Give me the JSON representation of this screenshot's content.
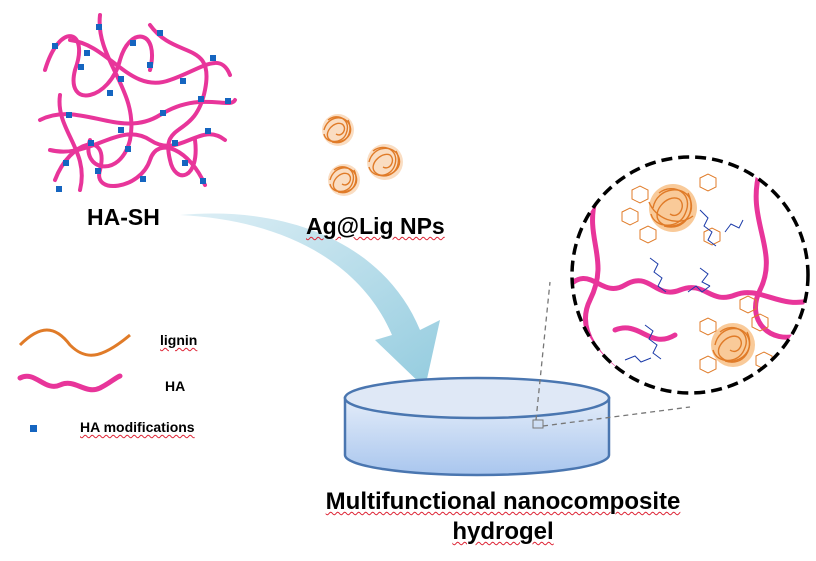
{
  "labels": {
    "ha_sh": "HA-SH",
    "nps": "Ag@Lig NPs",
    "product_line1": "Multifunctional nanocomposite",
    "product_line2": "hydrogel"
  },
  "legend": {
    "lignin": "lignin",
    "ha": "HA",
    "modifications": "HA modifications"
  },
  "colors": {
    "ha": "#e8359a",
    "lignin": "#e07b28",
    "modification": "#1565c0",
    "arrow": "#a7d3e2",
    "dish_fill": "#c7dcf5",
    "dish_stroke": "#4a76b0",
    "molecule": "#1a3aa8"
  },
  "icons": [
    "curved-arrow-icon",
    "petri-dish-icon",
    "zoom-circle-icon"
  ]
}
